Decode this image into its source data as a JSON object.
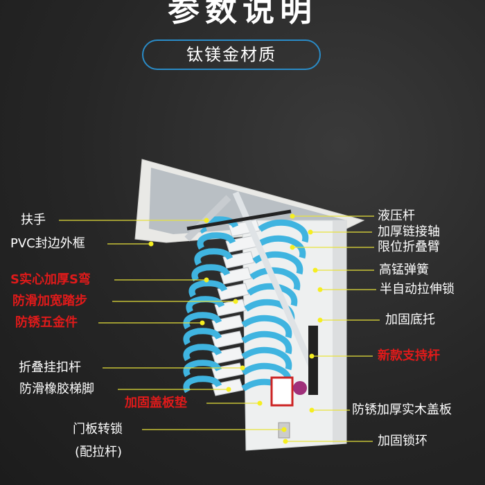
{
  "title": "参数说明",
  "material_badge": "钛镁金材质",
  "colors": {
    "accent_blue": "#2a8cc8",
    "leader_yellow": "#e8e23a",
    "highlight_red": "#e01a1a",
    "ladder_blue": "#3fb4e0"
  },
  "left_labels": [
    {
      "text": "扶手",
      "highlight": false
    },
    {
      "text": "PVC封边外框",
      "highlight": false
    },
    {
      "text": "S实心加厚S弯",
      "highlight": true
    },
    {
      "text": "防滑加宽踏步",
      "highlight": true
    },
    {
      "text": "防锈五金件",
      "highlight": true
    },
    {
      "text": "折叠挂扣杆",
      "highlight": false
    },
    {
      "text": "防滑橡胶梯脚",
      "highlight": false
    },
    {
      "text": "加固盖板垫",
      "highlight": true
    },
    {
      "text": "门板转锁",
      "highlight": false
    },
    {
      "text": "(配拉杆)",
      "highlight": false
    }
  ],
  "right_labels": [
    {
      "text": "液压杆",
      "highlight": false
    },
    {
      "text": "加厚链接轴",
      "highlight": false
    },
    {
      "text": "限位折叠臂",
      "highlight": false
    },
    {
      "text": "高锰弹簧",
      "highlight": false
    },
    {
      "text": "半自动拉伸锁",
      "highlight": false
    },
    {
      "text": "加固底托",
      "highlight": false
    },
    {
      "text": "新款支持杆",
      "highlight": true
    },
    {
      "text": "防锈加厚实木盖板",
      "highlight": false
    },
    {
      "text": "加固锁环",
      "highlight": false
    }
  ]
}
